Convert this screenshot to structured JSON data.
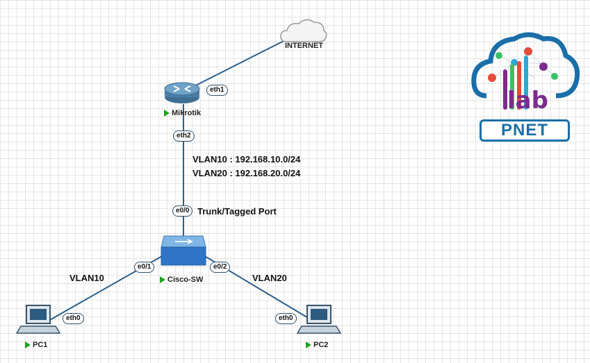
{
  "nodes": {
    "internet": {
      "label": "INTERNET"
    },
    "mikrotik": {
      "label": "Mikrotik"
    },
    "switch": {
      "label": "Cisco-SW"
    },
    "pc1": {
      "label": "PC1"
    },
    "pc2": {
      "label": "PC2"
    }
  },
  "ports": {
    "mikrotik_eth1": "eth1",
    "mikrotik_eth2": "eth2",
    "switch_e00": "e0/0",
    "switch_e01": "e0/1",
    "switch_e02": "e0/2",
    "pc1_eth0": "eth0",
    "pc2_eth0": "eth0"
  },
  "annotations": {
    "vlan10_subnet": "VLAN10  : 192.168.10.0/24",
    "vlan20_subnet": "VLAN20  : 192.168.20.0/24",
    "trunk": "Trunk/Tagged Port",
    "vlan10_left": "VLAN10",
    "vlan20_right": "VLAN20"
  },
  "logo": {
    "word": "PNET",
    "lab": "lab"
  },
  "colors": {
    "link": "#2b5f8a",
    "running": "#1fa21f",
    "logo_blue": "#1a6fa8",
    "logo_purple": "#7b2c8c"
  }
}
